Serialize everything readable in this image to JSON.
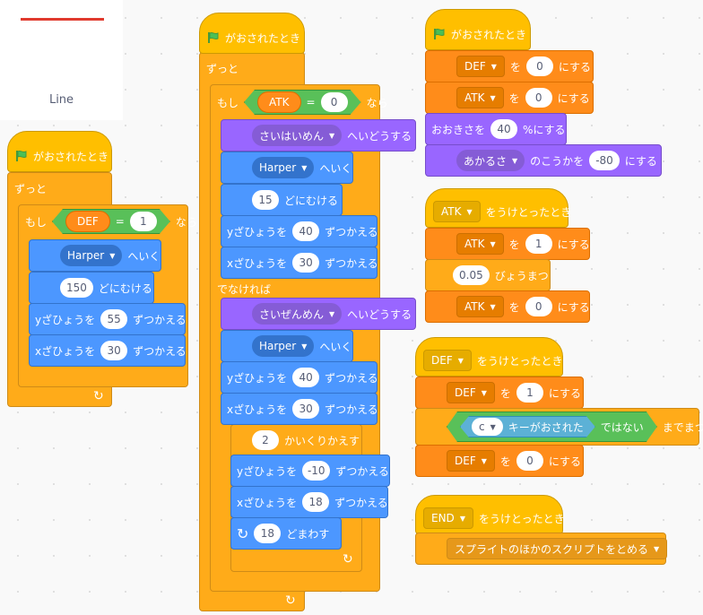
{
  "costume": {
    "name": "Line",
    "line_color": "#e03a2e"
  },
  "labels": {
    "when_flag": "がおされたとき",
    "forever": "ずっと",
    "if": "もし",
    "then": "なら",
    "else": "でなければ",
    "point_towards": "へいく",
    "point_dir": "どにむける",
    "change_y": "yざひょうを",
    "change_x": "xざひょうを",
    "change_by": "ずつかえる",
    "say_think": "へいどうする",
    "repeat": "かいくりかえす",
    "turn": "どまわす",
    "set_var": "を",
    "set_to": "にする",
    "size_set": "おおきさを",
    "size_pct": "%にする",
    "effect_of": "のこうかを",
    "when_receive": "をうけとったとき",
    "wait_secs": "びょうまつ",
    "wait_until": "までまつ",
    "key_pressed": "キーがおされた",
    "not": "ではない",
    "equals": "="
  },
  "script1": {
    "cond_var": "DEF",
    "cond_value": "1",
    "target": "Harper",
    "direction": "150",
    "dy": "55",
    "dx": "30"
  },
  "script2": {
    "cond_var": "ATK",
    "cond_value": "0",
    "looks1": "さいはいめん",
    "target": "Harper",
    "direction": "15",
    "dy1": "40",
    "dx1": "30",
    "looks2": "さいぜんめん",
    "dy2": "40",
    "dx2": "30",
    "repeat_count": "2",
    "dy3": "-10",
    "dx3": "18",
    "turn": "18"
  },
  "script3": {
    "var1": "DEF",
    "val1": "0",
    "var2": "ATK",
    "val2": "0",
    "size": "40",
    "effect": "あかるさ",
    "effect_value": "-80"
  },
  "script4": {
    "message": "ATK",
    "var1": "ATK",
    "val1": "1",
    "wait": "0.05",
    "var2": "ATK",
    "val2": "0"
  },
  "script5": {
    "message": "DEF",
    "var1": "DEF",
    "val1": "1",
    "key": "c",
    "var2": "DEF",
    "val2": "0"
  },
  "script6": {
    "message": "END",
    "stop_option": "スプライトのほかのスクリプトをとめる"
  }
}
